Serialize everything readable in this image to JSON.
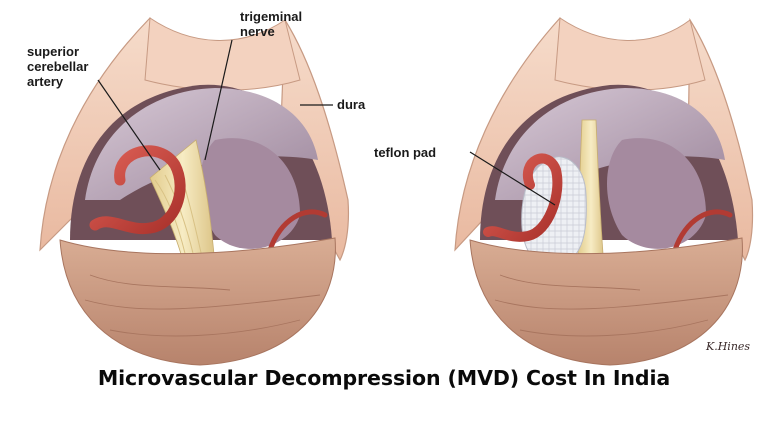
{
  "figure": {
    "left_panel": {
      "labels": {
        "artery": [
          "superior",
          "cerebellar",
          "artery"
        ],
        "nerve": [
          "trigeminal",
          "nerve"
        ],
        "dura": "dura"
      }
    },
    "right_panel": {
      "labels": {
        "pad": "teflon pad"
      },
      "signature": "K.Hines"
    }
  },
  "caption": {
    "title": "Microvascular Decompression (MVD) Cost In India"
  },
  "colors": {
    "dura": "#f1cab4",
    "brain": "#b9a6b8",
    "cerebellum": "#c89a85",
    "nerve": "#efdfa9",
    "artery": "#c8443b",
    "teflon": "#ecedf1",
    "text": "#1a1a1a"
  }
}
